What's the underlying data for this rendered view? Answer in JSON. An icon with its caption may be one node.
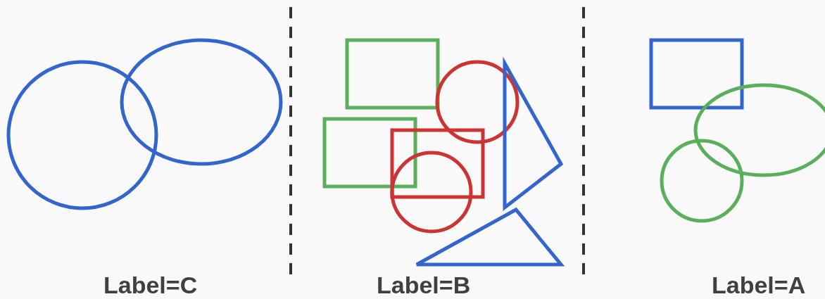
{
  "diagram": {
    "nodes": [
      {
        "text": [],
        "shape": "circle"
      },
      {
        "text": [],
        "shape": "ellipse"
      },
      {
        "text": [],
        "shape": "box"
      },
      {
        "text": [],
        "shape": "circle"
      },
      {
        "text": [],
        "shape": "triangle"
      },
      {
        "text": [],
        "shape": "box"
      },
      {
        "text": [],
        "shape": "box"
      },
      {
        "text": [],
        "shape": "circle"
      },
      {
        "text": [],
        "shape": "triangle"
      },
      {
        "text": [],
        "shape": "box"
      },
      {
        "text": [],
        "shape": "ellipse"
      },
      {
        "text": [],
        "shape": "circle"
      }
    ],
    "labels": [
      "Label=C",
      "Label=B",
      "Label=A"
    ]
  }
}
